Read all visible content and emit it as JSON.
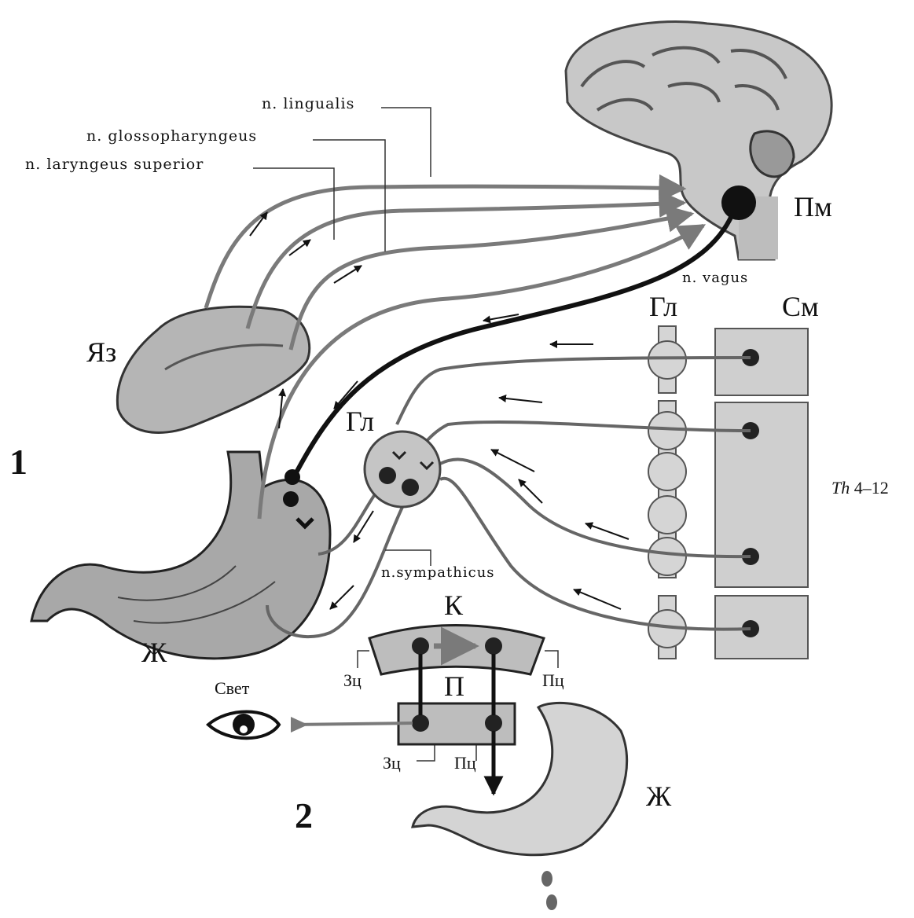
{
  "labels": {
    "n_lingualis": "n. lingualis",
    "n_glossopharyngeus": "n. glossopharyngeus",
    "n_laryngeus_superior": "n. laryngeus superior",
    "n_vagus": "n. vagus",
    "n_sympathicus": "n.sympathicus",
    "pm": "Пм",
    "sm": "См",
    "gl_top": "Гл",
    "gl_mid": "Гл",
    "yaz": "Яз",
    "zh_top": "Ж",
    "zh_bottom": "Ж",
    "num_1": "1",
    "num_2": "2",
    "th_prefix": "Th",
    "th_range": "4–12",
    "k": "К",
    "p": "П",
    "zc_top": "Зц",
    "pc_top": "Пц",
    "zc_bottom": "Зц",
    "pc_bottom": "Пц",
    "svet": "Свет"
  },
  "colors": {
    "nerve_gray": "#7a7a7a",
    "vagus_black": "#111111",
    "tissue_gray": "#bdbdbd",
    "spinal_gray": "#cfcfcf"
  }
}
